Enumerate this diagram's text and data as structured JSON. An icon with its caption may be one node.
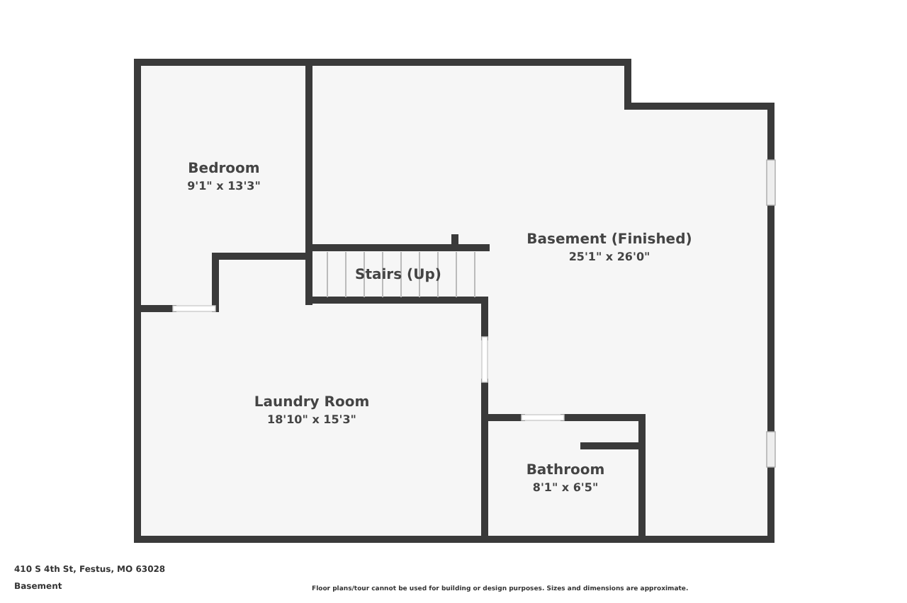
{
  "diagram": {
    "nodes": [
      {
        "text": [
          "Bedroom",
          "9'1\" x 13'3\""
        ]
      },
      {
        "text": [
          "Stairs (Up)"
        ]
      },
      {
        "text": [
          "Basement (Finished)",
          "25'1\" x 26'0\""
        ]
      },
      {
        "text": [
          "Laundry Room",
          "18'10\" x 15'3\""
        ]
      },
      {
        "text": [
          "Bathroom",
          "8'1\" x 6'5\""
        ]
      }
    ],
    "labels": [
      "410 S 4th St, Festus, MO 63028",
      "Basement",
      "Floor plans/tour cannot be used for building or design purposes. Sizes and dimensions are approximate."
    ]
  }
}
